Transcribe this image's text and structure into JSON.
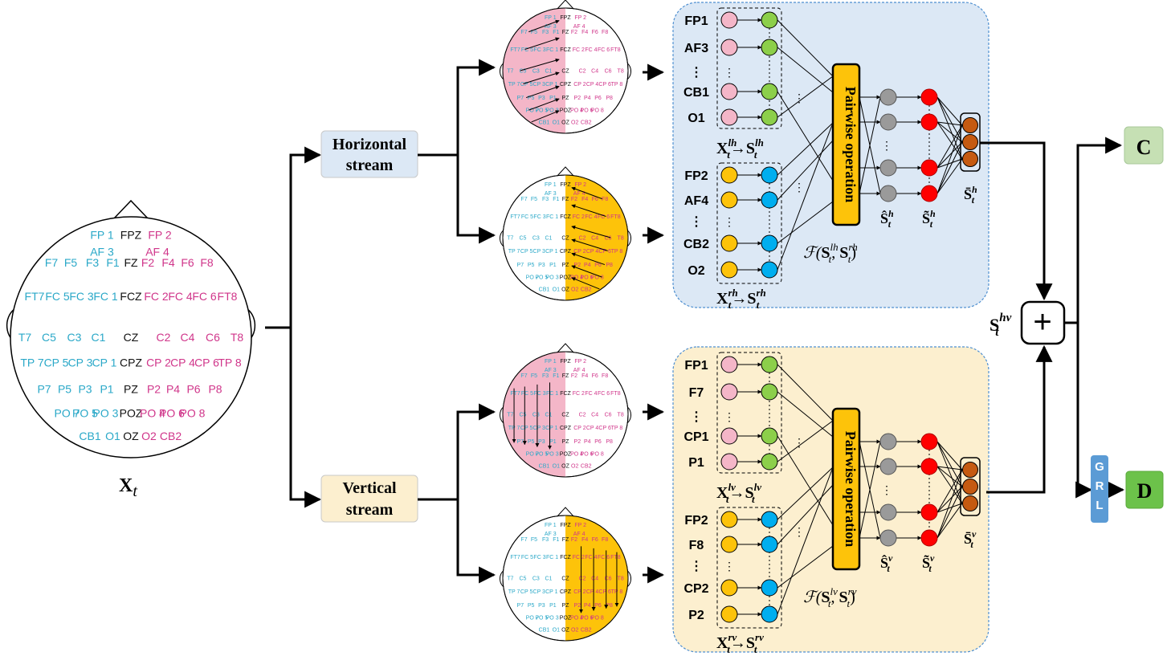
{
  "big_head": {
    "label": "X",
    "label_sub": "t",
    "electrodes": [
      {
        "t": "FP 1",
        "c": "cyan"
      },
      {
        "t": "FPZ",
        "c": "blk"
      },
      {
        "t": "FP 2",
        "c": "mag"
      },
      {
        "t": "AF 3",
        "c": "cyan"
      },
      {
        "t": "AF 4",
        "c": "mag"
      },
      {
        "t": "F7",
        "c": "cyan"
      },
      {
        "t": "F5",
        "c": "cyan"
      },
      {
        "t": "F3",
        "c": "cyan"
      },
      {
        "t": "F1",
        "c": "cyan"
      },
      {
        "t": "FZ",
        "c": "blk"
      },
      {
        "t": "F2",
        "c": "mag"
      },
      {
        "t": "F4",
        "c": "mag"
      },
      {
        "t": "F6",
        "c": "mag"
      },
      {
        "t": "F8",
        "c": "mag"
      },
      {
        "t": "FT7",
        "c": "cyan"
      },
      {
        "t": "FC 5",
        "c": "cyan"
      },
      {
        "t": "FC 3",
        "c": "cyan"
      },
      {
        "t": "FC 1",
        "c": "cyan"
      },
      {
        "t": "FCZ",
        "c": "blk"
      },
      {
        "t": "FC 2",
        "c": "mag"
      },
      {
        "t": "FC 4",
        "c": "mag"
      },
      {
        "t": "FC 6",
        "c": "mag"
      },
      {
        "t": "FT8",
        "c": "mag"
      },
      {
        "t": "T7",
        "c": "cyan"
      },
      {
        "t": "C5",
        "c": "cyan"
      },
      {
        "t": "C3",
        "c": "cyan"
      },
      {
        "t": "C1",
        "c": "cyan"
      },
      {
        "t": "CZ",
        "c": "blk"
      },
      {
        "t": "C2",
        "c": "mag"
      },
      {
        "t": "C4",
        "c": "mag"
      },
      {
        "t": "C6",
        "c": "mag"
      },
      {
        "t": "T8",
        "c": "mag"
      },
      {
        "t": "TP 7",
        "c": "cyan"
      },
      {
        "t": "CP 5",
        "c": "cyan"
      },
      {
        "t": "CP 3",
        "c": "cyan"
      },
      {
        "t": "CP 1",
        "c": "cyan"
      },
      {
        "t": "CPZ",
        "c": "blk"
      },
      {
        "t": "CP 2",
        "c": "mag"
      },
      {
        "t": "CP 4",
        "c": "mag"
      },
      {
        "t": "CP 6",
        "c": "mag"
      },
      {
        "t": "TP 8",
        "c": "mag"
      },
      {
        "t": "P7",
        "c": "cyan"
      },
      {
        "t": "P5",
        "c": "cyan"
      },
      {
        "t": "P3",
        "c": "cyan"
      },
      {
        "t": "P1",
        "c": "cyan"
      },
      {
        "t": "PZ",
        "c": "blk"
      },
      {
        "t": "P2",
        "c": "mag"
      },
      {
        "t": "P4",
        "c": "mag"
      },
      {
        "t": "P6",
        "c": "mag"
      },
      {
        "t": "P8",
        "c": "mag"
      },
      {
        "t": "PO 7",
        "c": "cyan"
      },
      {
        "t": "PO 5",
        "c": "cyan"
      },
      {
        "t": "PO 3",
        "c": "cyan"
      },
      {
        "t": "POZ",
        "c": "blk"
      },
      {
        "t": "PO 4",
        "c": "mag"
      },
      {
        "t": "PO 6",
        "c": "mag"
      },
      {
        "t": "PO 8",
        "c": "mag"
      },
      {
        "t": "CB1",
        "c": "cyan"
      },
      {
        "t": "O1",
        "c": "cyan"
      },
      {
        "t": "OZ",
        "c": "blk"
      },
      {
        "t": "O2",
        "c": "mag"
      },
      {
        "t": "CB2",
        "c": "mag"
      }
    ]
  },
  "streams": {
    "horizontal": "Horizontal stream",
    "vertical": "Vertical stream"
  },
  "horizontal_panel": {
    "left_nodes": [
      "FP1",
      "AF3",
      "⋮",
      "CB1",
      "O1"
    ],
    "right_nodes": [
      "FP2",
      "AF4",
      "⋮",
      "CB2",
      "O2"
    ],
    "left_map": {
      "x": "X",
      "xsup": "lh",
      "s": "S",
      "ssup": "lh",
      "sub": "t"
    },
    "right_map": {
      "x": "X",
      "xsup": "rh",
      "s": "S",
      "ssup": "rh",
      "sub": "t"
    },
    "pairwise": "Pairwise operation",
    "func": {
      "f": "ℱ",
      "a": "S",
      "asup": "lh",
      "b": "S",
      "bsup": "rh",
      "sub": "t"
    },
    "s_hat": {
      "s": "Ŝ",
      "sup": "h",
      "sub": "t"
    },
    "s_tilde": {
      "s": "S̃",
      "sup": "h",
      "sub": "t"
    },
    "s_bar": {
      "s": "S̄",
      "sup": "h",
      "sub": "t"
    }
  },
  "vertical_panel": {
    "left_nodes": [
      "FP1",
      "F7",
      "⋮",
      "CP1",
      "P1"
    ],
    "right_nodes": [
      "FP2",
      "F8",
      "⋮",
      "CP2",
      "P2"
    ],
    "left_map": {
      "x": "X",
      "xsup": "lv",
      "s": "S",
      "ssup": "lv",
      "sub": "t"
    },
    "right_map": {
      "x": "X",
      "xsup": "rv",
      "s": "S",
      "ssup": "rv",
      "sub": "t"
    },
    "pairwise": "Pairwise operation",
    "func": {
      "f": "ℱ",
      "a": "S",
      "asup": "lv",
      "b": "S",
      "bsup": "rv",
      "sub": "t"
    },
    "s_hat": {
      "s": "Ŝ",
      "sup": "v",
      "sub": "t"
    },
    "s_tilde": {
      "s": "S̃",
      "sup": "v",
      "sub": "t"
    },
    "s_bar": {
      "s": "S̄",
      "sup": "v",
      "sub": "t"
    }
  },
  "fusion": {
    "label": "S",
    "sup": "hv",
    "sub": "t",
    "op": "+"
  },
  "outputs": {
    "classifier": "C",
    "grl": "GRL",
    "discriminator": "D"
  },
  "colors": {
    "pink": "#f4b6c8",
    "orange": "#fdc30a",
    "green": "#8ccf4a",
    "blue": "#00aeef",
    "gray": "#9a9a9a",
    "red": "#ff0000",
    "brown": "#c55a11",
    "panel_blue": "#dce8f5",
    "panel_yellow": "#fcefcf",
    "c_box": "#c6e0b4",
    "d_box": "#6cc24a",
    "grl_box": "#5b9bd5"
  }
}
